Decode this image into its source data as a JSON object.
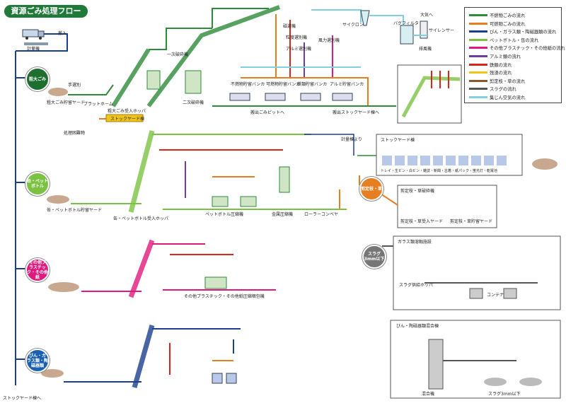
{
  "title": "資源ごみ処理フロー",
  "legend": [
    {
      "label": "不燃物ごみの流れ",
      "color": "#2e8b3a"
    },
    {
      "label": "可燃物ごみの流れ",
      "color": "#e67e22"
    },
    {
      "label": "びん・ガラス類・陶磁器類の流れ",
      "color": "#1a3f8f"
    },
    {
      "label": "ペットボトル・缶の流れ",
      "color": "#7cc242"
    },
    {
      "label": "その他プラスチック・その他紙の流れ",
      "color": "#e0197d"
    },
    {
      "label": "アルミ類の流れ",
      "color": "#6b3fa0"
    },
    {
      "label": "鉄類の流れ",
      "color": "#d7261e"
    },
    {
      "label": "残渣の流れ",
      "color": "#f0c419"
    },
    {
      "label": "剪定枝・草の流れ",
      "color": "#8a5a2b"
    },
    {
      "label": "スラグの流れ",
      "color": "#555555"
    },
    {
      "label": "集じん空気の流れ",
      "color": "#7fd0e0"
    }
  ],
  "categories": [
    {
      "label": "粗大ごみ",
      "color": "#1e6e2f"
    },
    {
      "label": "缶・ペットボトル",
      "color": "#7cc242"
    },
    {
      "label": "その他プラスチック・その他紙",
      "color": "#e0197d"
    },
    {
      "label": "びん・ガラス類・陶磁器類",
      "color": "#1a5fb0"
    },
    {
      "label": "剪定枝・草",
      "color": "#e67e22"
    },
    {
      "label": "スラグ 3mm以下",
      "color": "#777777"
    }
  ],
  "labels": {
    "carry_in": "搬入",
    "scale": "計量機",
    "hand_sort": "手選別",
    "bulky_yard": "粗大ごみ貯留ヤード",
    "platform": "プラットホーム",
    "bulky_hopper": "粗大ごみ受入ホッパ",
    "stock_yard": "ストックヤード棟",
    "hazard": "処理困難物",
    "crusher1": "一次破砕機",
    "crusher2": "二次破砕機",
    "cyclone": "サイクロン",
    "bag_filter": "バグフィルタ",
    "silencer": "サイレンサー",
    "exhaust_fan": "排風機",
    "to_air": "大気へ",
    "wind_sorter": "風力選別機",
    "magnetic": "磁選機",
    "grain_sorter": "粒度選別機",
    "aluminum_sorter": "アルミ選別機",
    "incombustible_bunker": "不燃物貯留バンカ",
    "combustible_bunker": "可燃物貯留バンカ",
    "iron_bunker": "鉄類貯留バンカ",
    "alu_bunker": "アルミ貯留バンカ",
    "to_pit": "搬出ごみピットへ",
    "to_stock": "搬出ストックヤード棟へ",
    "can_yard": "缶・ペットボトル貯留ヤード",
    "can_hopper": "缶・ペットボトル受入ホッパ",
    "pet_press": "ペットボトル圧縮機",
    "metal_press": "金属圧縮機",
    "roller": "ローラーコンベヤ",
    "plastic_press": "その他プラスチック・その他紙圧縮梱包機",
    "stock_house": "ストックヤード棟",
    "stock_items": "トレイ・生ビン・白ビン・雑誌・新聞・古着・紙パック・蛍光灯・乾電池",
    "branch_store": "剪定枝・草受入ヤード",
    "branch_crusher": "剪定枝・草破砕機",
    "branch_yard": "剪定枝・草貯留ヤード",
    "slag_plant": "ガラス類溶融施設",
    "slag_hopper": "スラグ供給ホッパ",
    "ceramic_plant": "びん・陶磁器類混合棟",
    "mixer": "混合機",
    "container": "コンテナ",
    "to_stock2": "ストックヤード棟へ",
    "slag_label": "スラグ3mm以下",
    "pass_label": "計量棟より"
  }
}
